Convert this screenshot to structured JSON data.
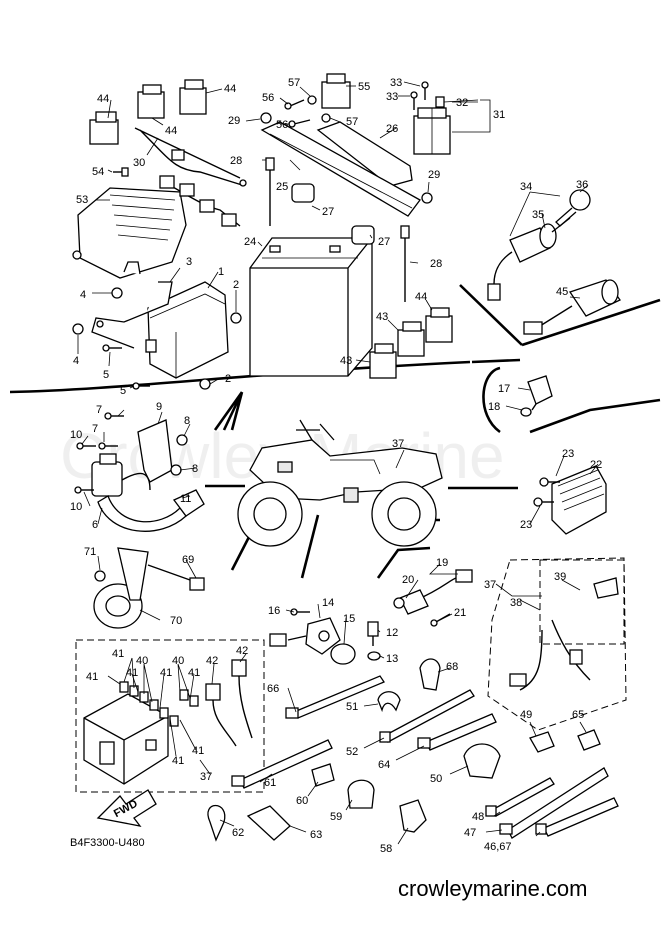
{
  "diagram_code": "B4F3300-U480",
  "website": "crowleymarine.com",
  "watermark": "Crowley Marine",
  "fwd_label": "FWD",
  "labels": {
    "l1": "1",
    "l2a": "2",
    "l2b": "2",
    "l3": "3",
    "l4a": "4",
    "l4b": "4",
    "l5a": "5",
    "l5b": "5",
    "l6": "6",
    "l7a": "7",
    "l7b": "7",
    "l8a": "8",
    "l8b": "8",
    "l9": "9",
    "l10a": "10",
    "l10b": "10",
    "l11": "11",
    "l12": "12",
    "l13": "13",
    "l14": "14",
    "l15": "15",
    "l16": "16",
    "l17": "17",
    "l18": "18",
    "l19": "19",
    "l20": "20",
    "l21": "21",
    "l22": "22",
    "l23a": "23",
    "l23b": "23",
    "l24": "24",
    "l25": "25",
    "l26": "26",
    "l27a": "27",
    "l27b": "27",
    "l28a": "28",
    "l28b": "28",
    "l29a": "29",
    "l29b": "29",
    "l30": "30",
    "l31": "31",
    "l32": "32",
    "l33a": "33",
    "l33b": "33",
    "l34": "34",
    "l35": "35",
    "l36": "36",
    "l37a": "37",
    "l37b": "37",
    "l37c": "37",
    "l38": "38",
    "l39": "39",
    "l40a": "40",
    "l40b": "40",
    "l41a": "41",
    "l41b": "41",
    "l41c": "41",
    "l41d": "41",
    "l41e": "41",
    "l42a": "42",
    "l42b": "42",
    "l43a": "43",
    "l43b": "43",
    "l44a": "44",
    "l44b": "44",
    "l44c": "44",
    "l44d": "44",
    "l45": "45",
    "l46": "46,67",
    "l47": "47",
    "l48": "48",
    "l49": "49",
    "l50": "50",
    "l51": "51",
    "l52": "52",
    "l53": "53",
    "l54": "54",
    "l55": "55",
    "l56a": "56",
    "l56b": "56",
    "l57a": "57",
    "l57b": "57",
    "l58": "58",
    "l59": "59",
    "l60": "60",
    "l61": "61",
    "l62": "62",
    "l63": "63",
    "l64": "64",
    "l65": "65",
    "l66": "66",
    "l68": "68",
    "l69": "69",
    "l70": "70",
    "l71": "71"
  }
}
